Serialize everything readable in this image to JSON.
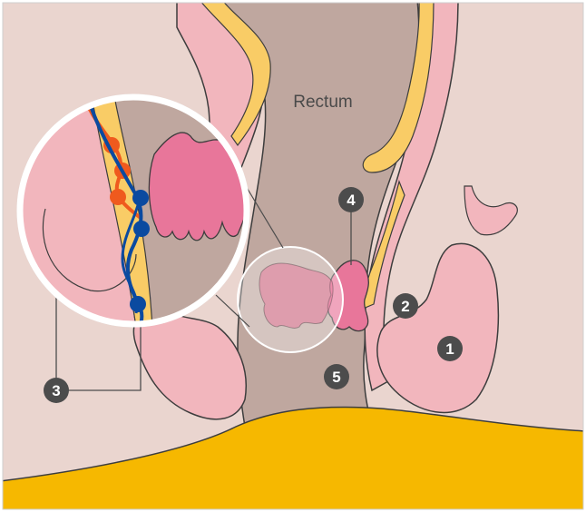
{
  "diagram": {
    "title": "Rectum",
    "markers": [
      {
        "id": "m1",
        "text": "1"
      },
      {
        "id": "m2",
        "text": "2"
      },
      {
        "id": "m3",
        "text": "3"
      },
      {
        "id": "m4",
        "text": "4"
      },
      {
        "id": "m5",
        "text": "5"
      }
    ],
    "colors": {
      "background": "#ead5cf",
      "rectum": "#bfa79f",
      "tissue_pink": "#f2b6bd",
      "fat_yellow": "#f9cc66",
      "haemorrhoid": "#e8769a",
      "buttocks": "#f6b800",
      "vein_blue": "#0b4aa0",
      "artery_orange": "#ef5a1e",
      "outline": "#3d3d3d",
      "marker": "#4c4c4c"
    }
  }
}
